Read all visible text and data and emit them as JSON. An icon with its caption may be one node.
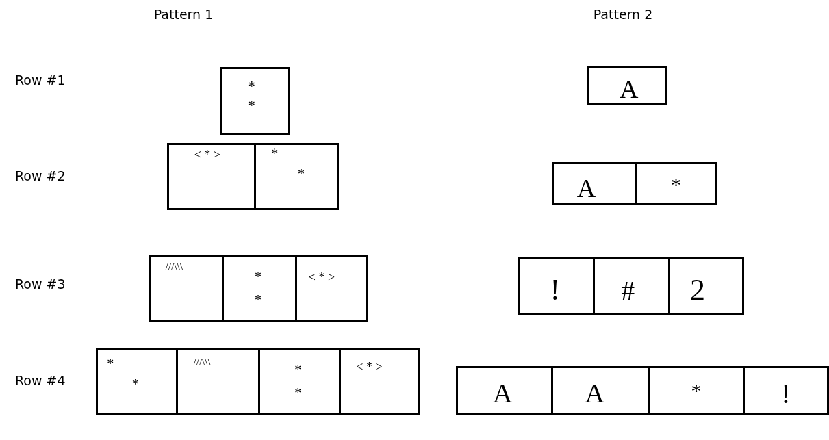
{
  "diagram": {
    "nodes": [
      {
        "text": [
          "*",
          "*"
        ]
      },
      {
        "text": [
          "< * >"
        ]
      },
      {
        "text": [
          "*",
          "*"
        ]
      },
      {
        "text": [
          "///\\\\\\"
        ]
      },
      {
        "text": [
          "*",
          "*"
        ]
      },
      {
        "text": [
          "< * >"
        ]
      },
      {
        "text": [
          "*",
          "*"
        ]
      },
      {
        "text": [
          "///\\\\\\"
        ]
      },
      {
        "text": [
          "*",
          "*"
        ]
      },
      {
        "text": [
          "< * >"
        ]
      },
      {
        "text": [
          "A"
        ]
      },
      {
        "text": [
          "A"
        ]
      },
      {
        "text": [
          "*"
        ]
      },
      {
        "text": [
          "!"
        ]
      },
      {
        "text": [
          "#"
        ]
      },
      {
        "text": [
          "2"
        ]
      },
      {
        "text": [
          "A"
        ]
      },
      {
        "text": [
          "A"
        ]
      },
      {
        "text": [
          "*"
        ]
      },
      {
        "text": [
          "!"
        ]
      }
    ],
    "labels": [
      "Pattern 1",
      "Pattern 2",
      "Row #1",
      "Row #2",
      "Row #3",
      "Row #4"
    ]
  }
}
